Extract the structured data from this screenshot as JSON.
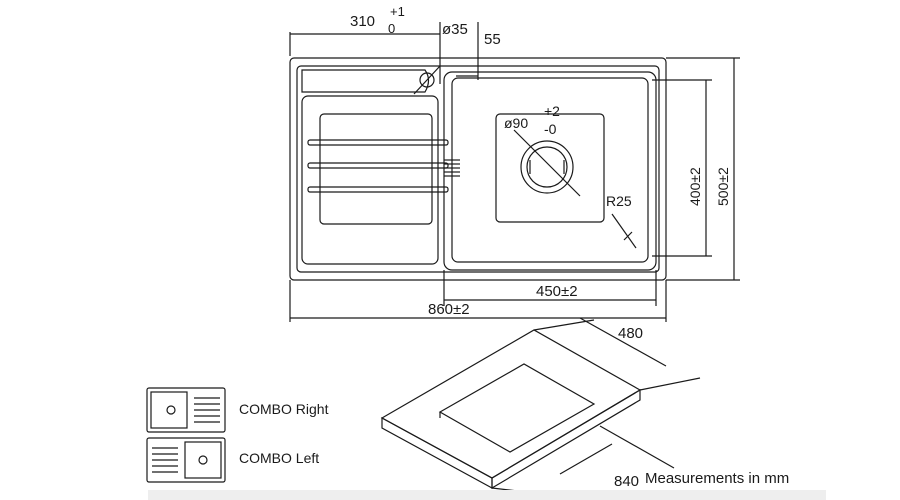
{
  "dimensions": {
    "drainer_offset": "310",
    "drainer_tol_plus": "+1",
    "drainer_tol_minus": "0",
    "tap_hole": "ø35",
    "edge_offset": "55",
    "waste": "ø90",
    "waste_tol_plus": "+2",
    "waste_tol_minus": "-0",
    "radius": "R25",
    "bowl_depth": "400±2",
    "overall_depth": "500±2",
    "bowl_width": "450±2",
    "overall_width": "860±2",
    "cutout_depth": "480",
    "cutout_width": "840"
  },
  "legend": {
    "combo_right": "COMBO Right",
    "combo_left": "COMBO Left"
  },
  "note": "Measurements in mm"
}
